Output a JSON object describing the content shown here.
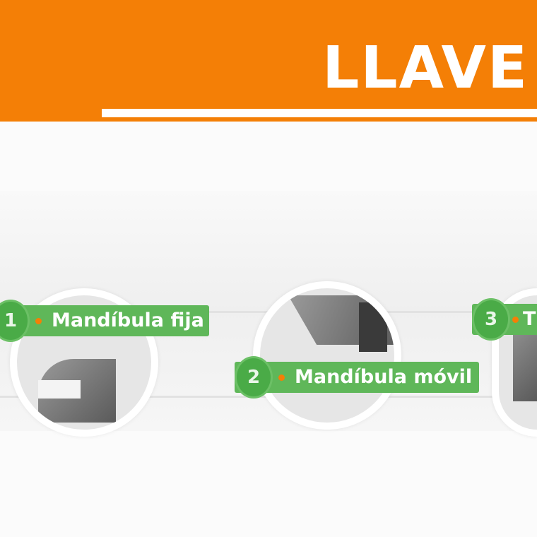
{
  "header": {
    "title": "LLAVE"
  },
  "colors": {
    "accent": "#f47f06",
    "label_green": "#5fb759"
  },
  "parts": [
    {
      "number": "1",
      "label": "Mandíbula fija"
    },
    {
      "number": "2",
      "label": "Mandíbula móvil"
    },
    {
      "number": "3",
      "label": "T"
    }
  ]
}
